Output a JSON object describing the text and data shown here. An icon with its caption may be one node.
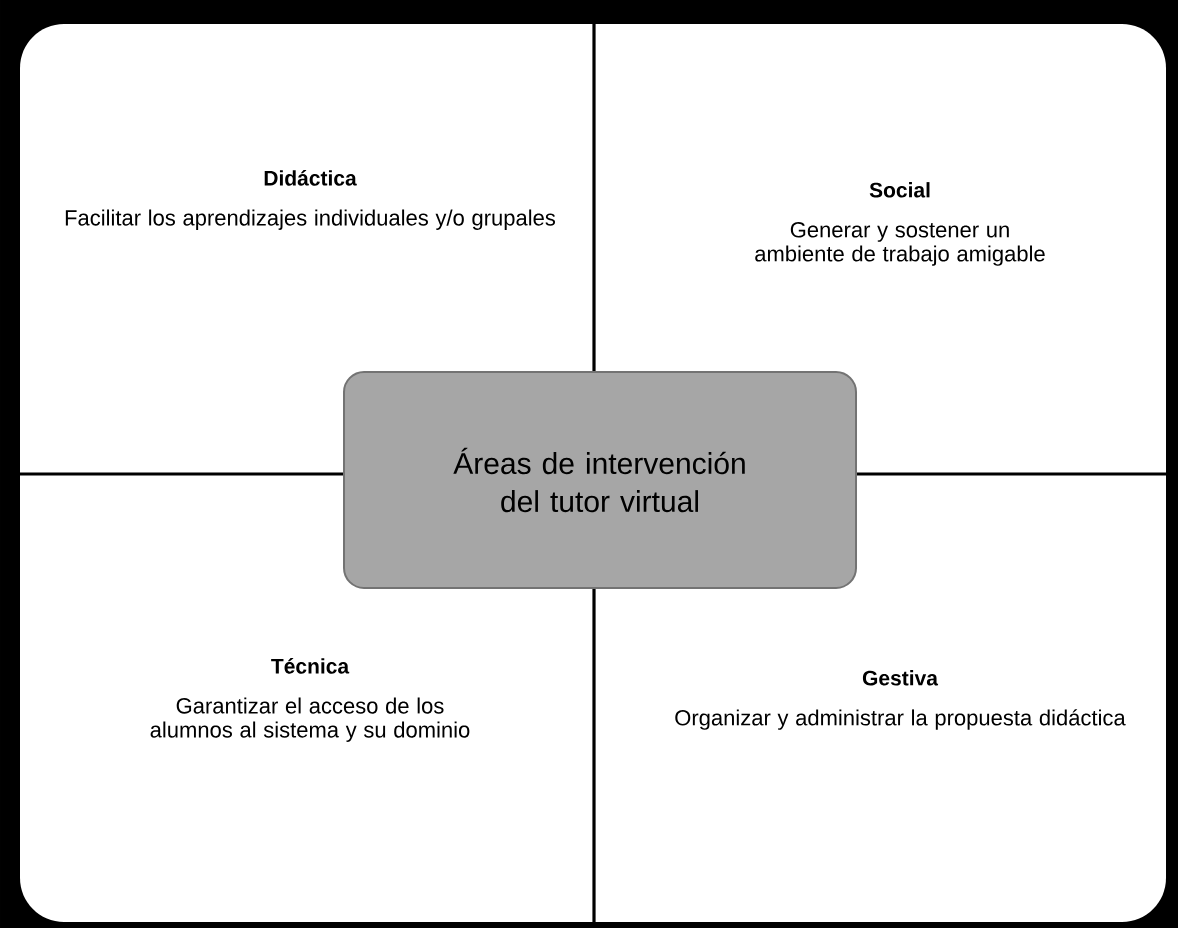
{
  "diagram": {
    "nodes": [
      {
        "text": [
          "Didáctica",
          "Facilitar los aprendizajes individuales y/o grupales"
        ]
      },
      {
        "text": [
          "Social",
          "Generar y sostener un ambiente de trabajo amigable"
        ]
      },
      {
        "text": [
          "Áreas de intervención del tutor virtual"
        ]
      },
      {
        "text": [
          "Técnica",
          "Garantizar el acceso de los alumnos al sistema y su dominio"
        ]
      },
      {
        "text": [
          "Gestiva",
          "Organizar y administrar la propuesta didáctica"
        ]
      }
    ]
  }
}
